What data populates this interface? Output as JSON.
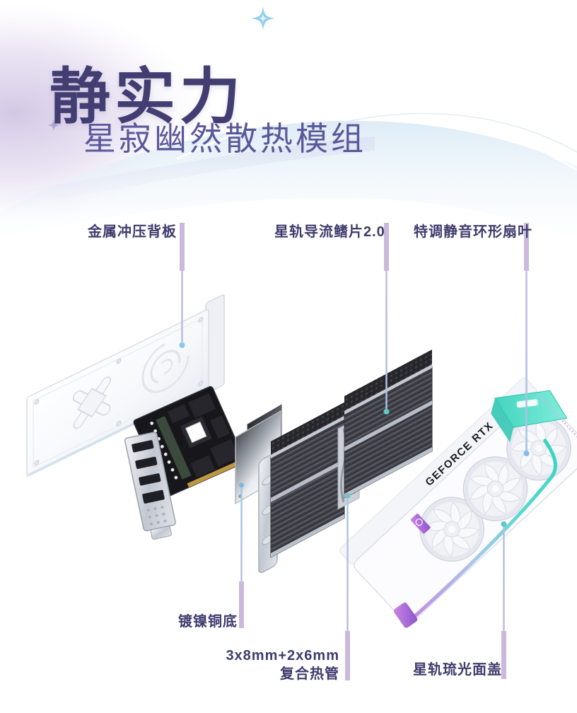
{
  "banner": {
    "title": "静实力",
    "subtitle": "星寂幽然散热模组"
  },
  "diagram": {
    "card_text": "GEFORCE RTX",
    "callouts": [
      {
        "id": "backplate",
        "label": "金属冲压背板",
        "position": "top-left"
      },
      {
        "id": "flow-fins",
        "label": "星轨导流鳍片2.0",
        "position": "top-middle"
      },
      {
        "id": "fan-blades",
        "label": "特调静音环形扇叶",
        "position": "top-right"
      },
      {
        "id": "copper-base",
        "label": "镀镍铜底",
        "position": "bottom-left"
      },
      {
        "id": "heat-pipes",
        "label": "3x8mm+2x6mm",
        "label_line2": "复合热管",
        "position": "bottom-middle"
      },
      {
        "id": "front-cover",
        "label": "星轨琉光面盖",
        "position": "bottom-right"
      }
    ]
  },
  "colors": {
    "title": "#433e72",
    "subtitle": "#5b589a",
    "callout_label": "#3f3b6d",
    "leader_lavender": "#cab9dc",
    "leader_blue": "#a5c8e4",
    "teal_accent": "#3fd2be",
    "glow_purple": "#c08ae4",
    "sparkle_blue": "#8ecdef",
    "background_blob": "#cfc2e2"
  }
}
